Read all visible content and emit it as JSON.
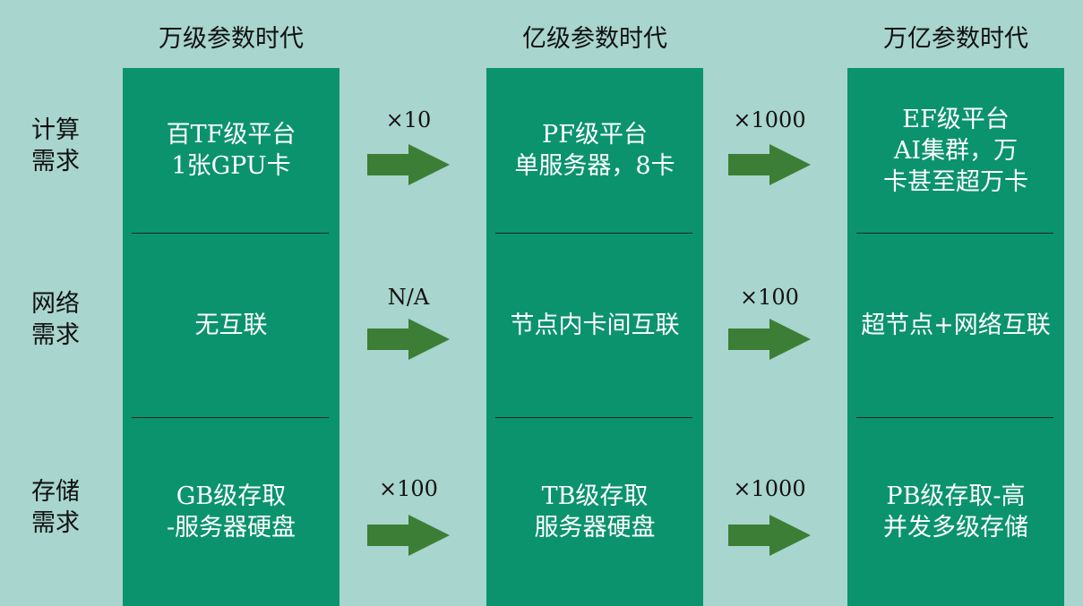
{
  "eras": [
    {
      "title": "万级参数时代"
    },
    {
      "title": "亿级参数时代"
    },
    {
      "title": "万亿参数时代"
    }
  ],
  "rows": [
    {
      "label": "计算\n需求"
    },
    {
      "label": "网络\n需求"
    },
    {
      "label": "存储\n需求"
    }
  ],
  "cells": {
    "era1": {
      "compute": "百TF级平台\n1张GPU卡",
      "network": "无互联",
      "storage": "GB级存取\n-服务器硬盘"
    },
    "era2": {
      "compute": "PF级平台\n单服务器，8卡",
      "network": "节点内卡间互联",
      "storage": "TB级存取\n服务器硬盘"
    },
    "era3": {
      "compute": "EF级平台\nAI集群，万\n卡甚至超万卡",
      "network": "超节点+网络互联",
      "storage": "PB级存取-高\n并发多级存储"
    }
  },
  "factors": {
    "era1_to_era2": {
      "compute": "×10",
      "network": "N/A",
      "storage": "×100"
    },
    "era2_to_era3": {
      "compute": "×1000",
      "network": "×100",
      "storage": "×1000"
    }
  },
  "icons": {
    "transition_arrow": "right-arrow-icon"
  },
  "colors": {
    "background": "#a8d5cd",
    "column": "#0b936e",
    "arrow": "#3c7e36",
    "divider": "#0a2a20"
  }
}
